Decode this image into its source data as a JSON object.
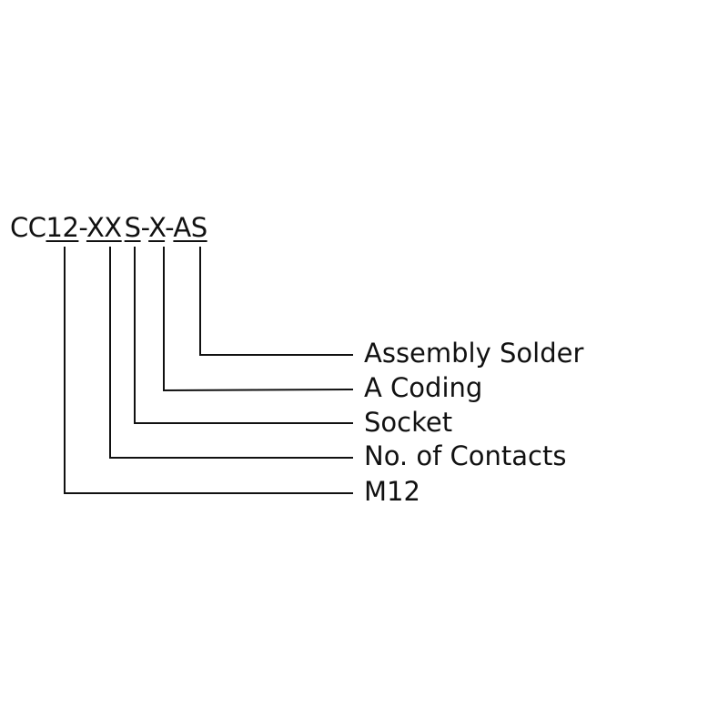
{
  "part_number": {
    "segments": [
      {
        "text": "CC",
        "underlined": false
      },
      {
        "text": "12",
        "underlined": true
      },
      {
        "text": "-",
        "underlined": false
      },
      {
        "text": "XX",
        "underlined": true
      },
      {
        "text": "S",
        "underlined": true
      },
      {
        "text": "-",
        "underlined": false
      },
      {
        "text": "X",
        "underlined": true
      },
      {
        "text": "-",
        "underlined": false
      },
      {
        "text": "AS",
        "underlined": true
      }
    ]
  },
  "labels": [
    "Assembly Solder",
    "A Coding",
    "Socket",
    "No. of Contacts",
    "M12"
  ]
}
